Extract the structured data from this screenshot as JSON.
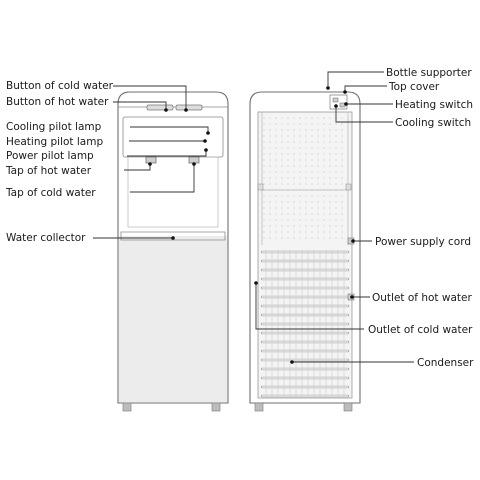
{
  "labels": {
    "button_cold": "Button of cold water",
    "button_hot": "Button of hot water",
    "cooling_lamp": "Cooling pilot lamp",
    "heating_lamp": "Heating pilot lamp",
    "power_lamp": "Power pilot lamp",
    "tap_hot": "Tap of hot water",
    "tap_cold": "Tap of cold water",
    "water_collector": "Water collector",
    "bottle_supporter": "Bottle supporter",
    "top_cover": "Top cover",
    "heating_switch": "Heating switch",
    "cooling_switch": "Cooling switch",
    "power_cord": "Power supply cord",
    "outlet_hot": "Outlet of hot water",
    "outlet_cold": "Outlet of cold water",
    "condenser": "Condenser"
  },
  "colors": {
    "outline": "#6f6f6f",
    "cabinet_fill": "#ececec",
    "back_panel_fill": "#f4f4f4",
    "text": "#1a1a1a"
  }
}
